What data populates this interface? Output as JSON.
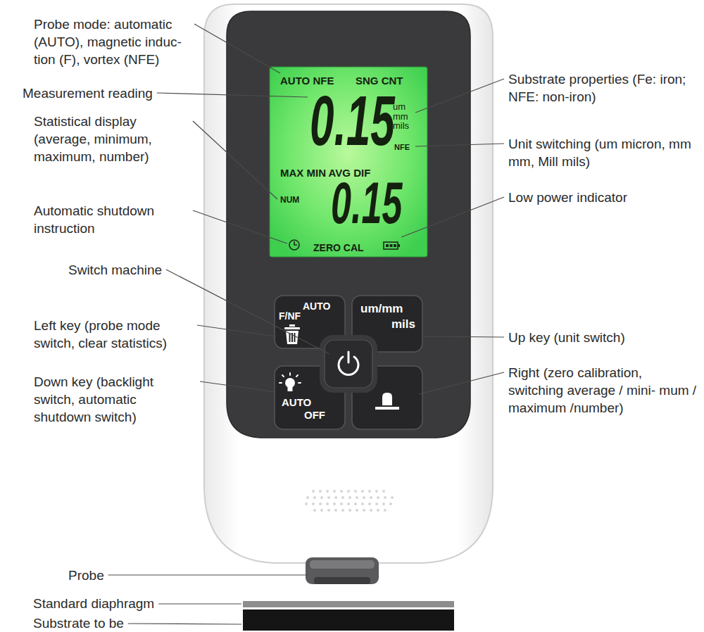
{
  "diagram": {
    "nodes": [
      {
        "text": [
          "AUTO NFE",
          "SNG CNT",
          "0.15",
          "um mm mils",
          "NFE",
          "MAX MIN AVG DIF",
          "NUM",
          "0.15",
          "ZERO CAL"
        ]
      },
      {
        "text": [
          "AUTO",
          "F/NF"
        ]
      },
      {
        "text": [
          "um/mm",
          "mils"
        ]
      },
      {
        "text": [
          "AUTO",
          "OFF"
        ]
      }
    ],
    "labels": [
      "Probe mode: automatic (AUTO), magnetic induc- tion (F), vortex (NFE)",
      "Measurement reading",
      "Statistical display (average, minimum, maximum, number)",
      "Automatic shutdown instruction",
      "Switch machine",
      "Left key (probe mode switch, clear statistics)",
      "Down key (backlight switch, automatic shutdown switch)",
      "Substrate properties (Fe: iron; NFE: non-iron)",
      "Unit switching (um micron, mm mm, Mill mils)",
      "Low power indicator",
      "Up key (unit switch)",
      "Right (zero calibration, switching average / mini- mum / maximum /number)",
      "Probe",
      "Standard diaphragm",
      "Substrate to be"
    ]
  }
}
